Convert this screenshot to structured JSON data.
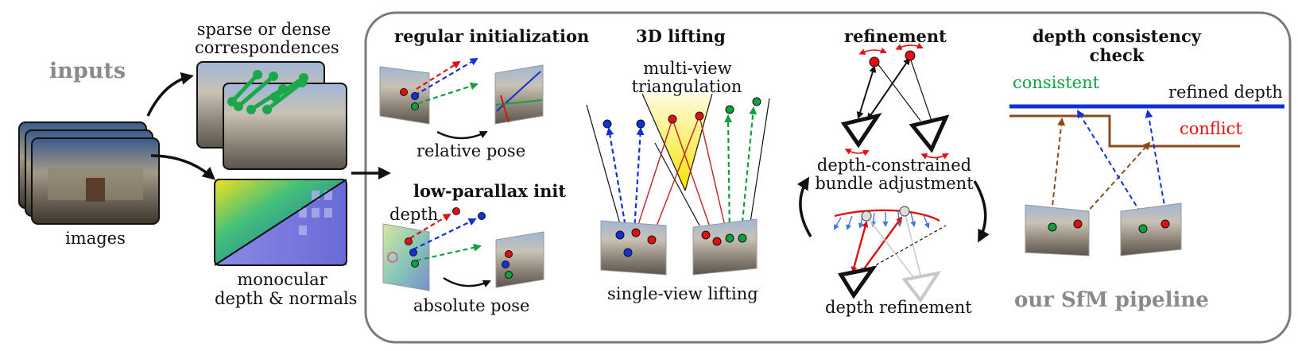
{
  "labels": {
    "inputs": "inputs",
    "corr1": "sparse or dense",
    "corr2": "correspondences",
    "images": "images",
    "mono1": "monocular",
    "mono2": "depth & normals",
    "regular_init": "regular initialization",
    "relative_pose": "relative pose",
    "low_parallax": "low-parallax init",
    "depth": "depth",
    "absolute_pose": "absolute pose",
    "lifting": "3D lifting",
    "mv1": "multi-view",
    "mv2": "triangulation",
    "single_view": "single-view lifting",
    "refinement": "refinement",
    "dcba1": "depth-constrained",
    "dcba2": "bundle adjustment",
    "depth_refinement": "depth refinement",
    "dcc1": "depth consistency",
    "dcc2": "check",
    "consistent": "consistent",
    "refined_depth": "refined depth",
    "conflict": "conflict",
    "pipeline": "our SfM pipeline"
  },
  "colors": {
    "red": "#e01010",
    "blue": "#1030d8",
    "green": "#10a040",
    "brown": "#8a4a1a",
    "gray": "#8a8a8a",
    "frame": "#7a7a7a",
    "consistent_text": "#10a040",
    "conflict_text": "#e01010"
  }
}
